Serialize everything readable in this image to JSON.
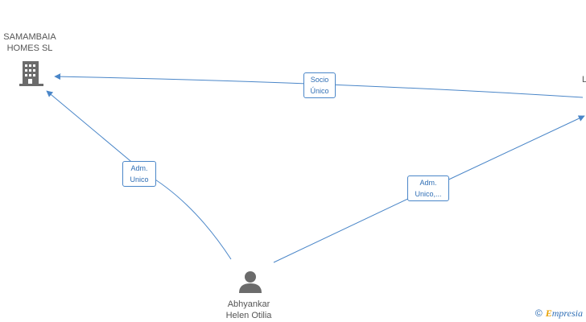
{
  "nodes": {
    "company": {
      "name_line1": "SAMAMBAIA",
      "name_line2": "HOMES SL",
      "icon": "building-icon"
    },
    "company_right": {
      "name_partial": "L",
      "icon": "building-icon"
    },
    "person": {
      "name_line1": "Abhyankar",
      "name_line2": "Helen Otilia",
      "icon": "person-icon"
    }
  },
  "edges": {
    "socio": {
      "line1": "Socio",
      "line2": "Único"
    },
    "adm_left": {
      "line1": "Adm.",
      "line2": "Unico"
    },
    "adm_right": {
      "line1": "Adm.",
      "line2": "Unico,..."
    }
  },
  "colors": {
    "edge": "#4a86c8",
    "icon": "#6b6b6b",
    "brand": "#2f6eb5",
    "brand_accent": "#e8a000"
  },
  "watermark": {
    "symbol": "©",
    "brand_first": "E",
    "brand_rest": "mpresia"
  }
}
